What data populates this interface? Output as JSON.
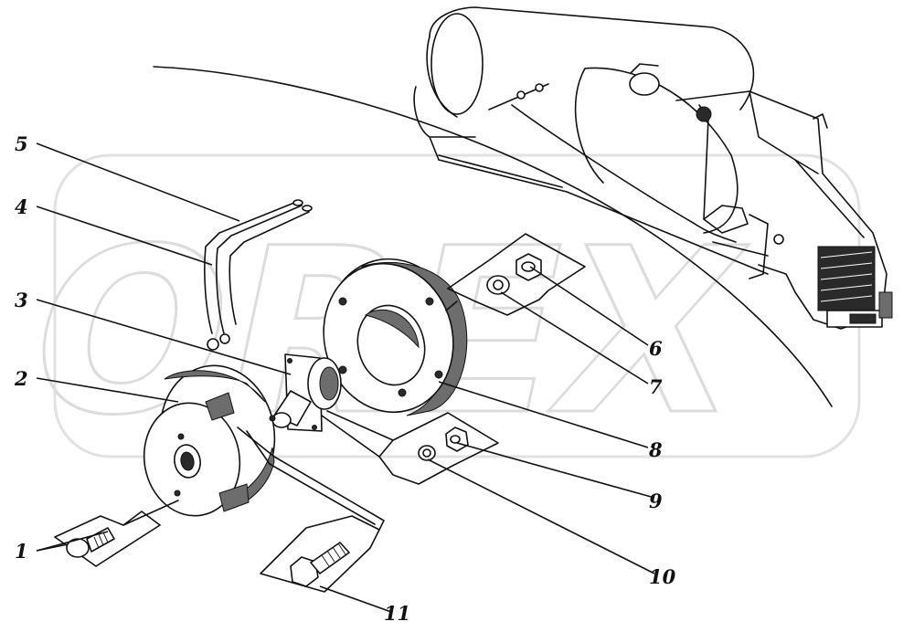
{
  "watermark": {
    "text": "OREX"
  },
  "callouts": {
    "c1": "1",
    "c2": "2",
    "c3": "3",
    "c4": "4",
    "c5": "5",
    "c6": "6",
    "c7": "7",
    "c8": "8",
    "c9": "9",
    "c10": "10",
    "c11": "11"
  }
}
